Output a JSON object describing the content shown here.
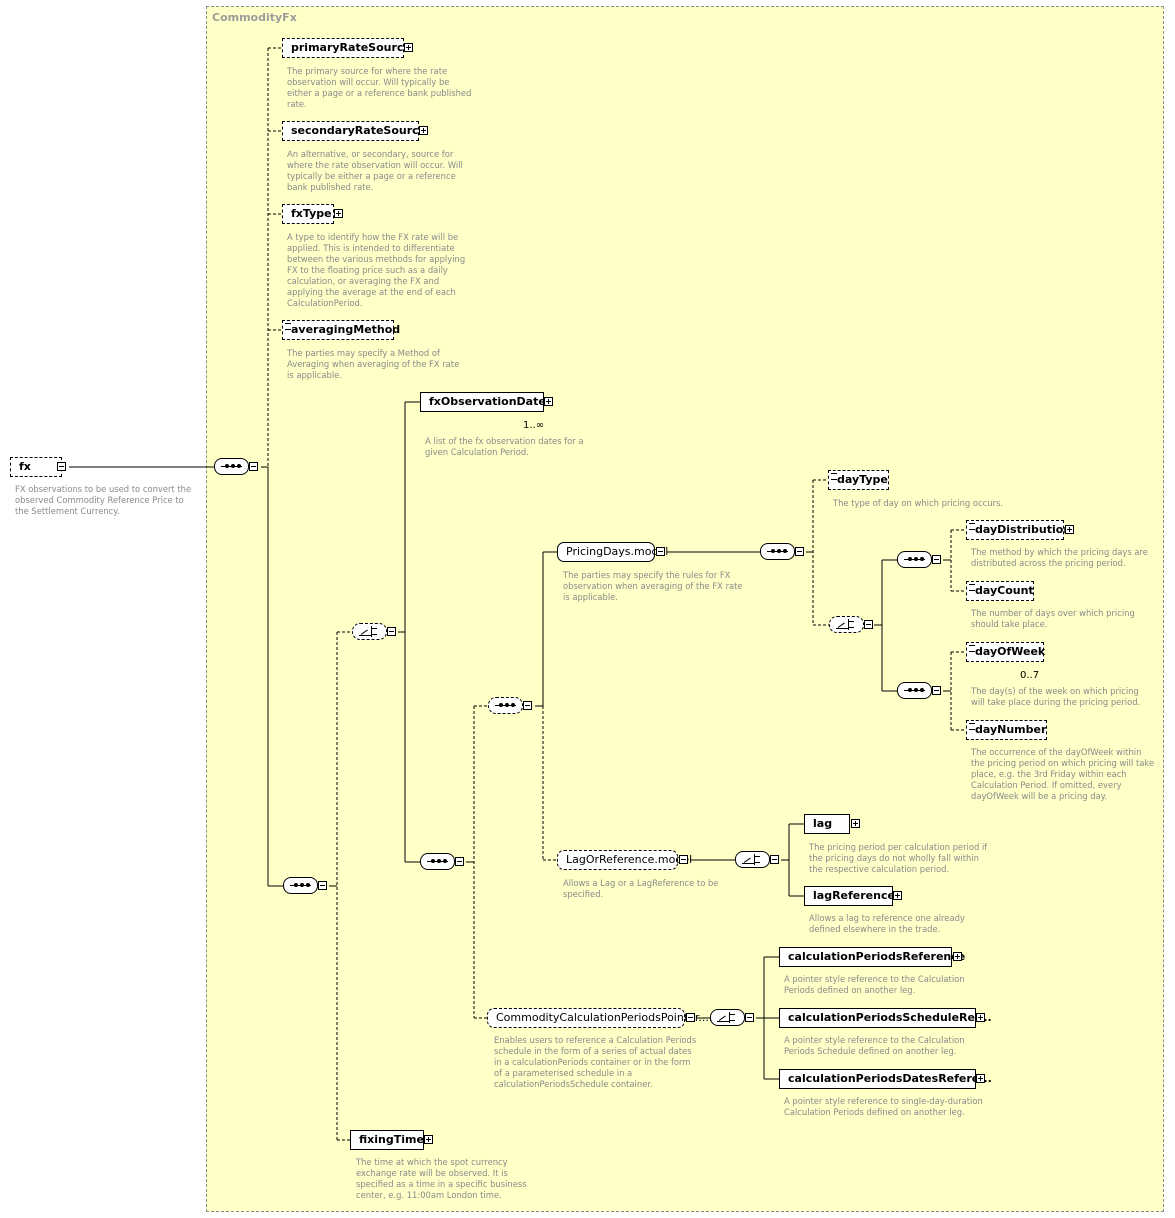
{
  "type_name": "CommodityFx",
  "root": {
    "name": "fx",
    "description": "FX observations to be used to convert the\nobserved Commodity Reference Price to\nthe Settlement Currency."
  },
  "elements": {
    "primaryRateSource": {
      "name": "primaryRateSource",
      "description": "The primary source for where the rate\nobservation will occur. Will typically be\neither a page or a reference bank published\nrate."
    },
    "secondaryRateSource": {
      "name": "secondaryRateSource",
      "description": "An alternative, or secondary, source for\nwhere the rate observation will occur. Will\ntypically be either a page or a reference\nbank published rate."
    },
    "fxType": {
      "name": "fxType",
      "description": "A type to identify how the FX rate will be\napplied. This is intended to differentiate\nbetween the various methods for applying\nFX to the floating price such as a daily\ncalculation, or averaging the FX and\napplying the average at the end of each\nCalculationPeriod."
    },
    "averagingMethod": {
      "name": "averagingMethod",
      "description": "The parties may specify a Method of\nAveraging when averaging of the FX rate\nis applicable."
    },
    "fxObservationDates": {
      "name": "fxObservationDates",
      "occurrence": "1..∞",
      "description": "A list of the fx observation dates for a\ngiven Calculation Period."
    },
    "pricingDaysModel": {
      "name": "PricingDays.model",
      "description": "The parties may specify the rules for FX\nobservation when averaging of the FX rate\nis applicable."
    },
    "dayType": {
      "name": "dayType",
      "description": "The type of day on which pricing occurs."
    },
    "dayDistribution": {
      "name": "dayDistribution",
      "description": "The method by which the pricing days are\ndistributed across the pricing period."
    },
    "dayCount": {
      "name": "dayCount",
      "description": "The number of days over which pricing\nshould take place."
    },
    "dayOfWeek": {
      "name": "dayOfWeek",
      "occurrence": "0..7",
      "description": "The day(s) of the week on which pricing\nwill take place during the pricing period."
    },
    "dayNumber": {
      "name": "dayNumber",
      "description": "The occurrence of the dayOfWeek within\nthe pricing period on which pricing will take\nplace, e.g. the 3rd Friday within each\nCalculation Period. If omitted, every\ndayOfWeek will be a pricing day."
    },
    "lagOrReferenceModel": {
      "name": "LagOrReference.model",
      "description": "Allows a Lag or a LagReference to be\nspecified."
    },
    "lag": {
      "name": "lag",
      "description": "The pricing period per calculation period if\nthe pricing days do not wholly fall within\nthe respective calculation period."
    },
    "lagReference": {
      "name": "lagReference",
      "description": "Allows a lag to reference one already\ndefined elsewhere in the trade."
    },
    "commodityCalcPeriodsPointerModel": {
      "name": "CommodityCalculationPeriodsPointer....",
      "description": "Enables users to reference a Calculation Periods\nschedule in the form of a series of actual dates\nin a calculationPeriods container or in the form\nof a parameterised schedule in a\ncalculationPeriodsSchedule container."
    },
    "calculationPeriodsReference": {
      "name": "calculationPeriodsReference",
      "description": "A pointer style reference to the Calculation\nPeriods defined on another leg."
    },
    "calculationPeriodsScheduleRef": {
      "name": "calculationPeriodsScheduleRef...",
      "description": "A pointer style reference to the Calculation\nPeriods Schedule defined on another leg."
    },
    "calculationPeriodsDatesRef": {
      "name": "calculationPeriodsDatesRefere...",
      "description": "A pointer style reference to single-day-duration\nCalculation Periods defined on another leg."
    },
    "fixingTime": {
      "name": "fixingTime",
      "description": "The time at which the spot currency\nexchange rate will be observed. It is\nspecified as a time in a specific business\ncenter, e.g. 11:00am London time."
    }
  },
  "colors": {
    "type_background": "#ffffc8",
    "description_text": "#8a8a8a",
    "border": "#000000"
  }
}
